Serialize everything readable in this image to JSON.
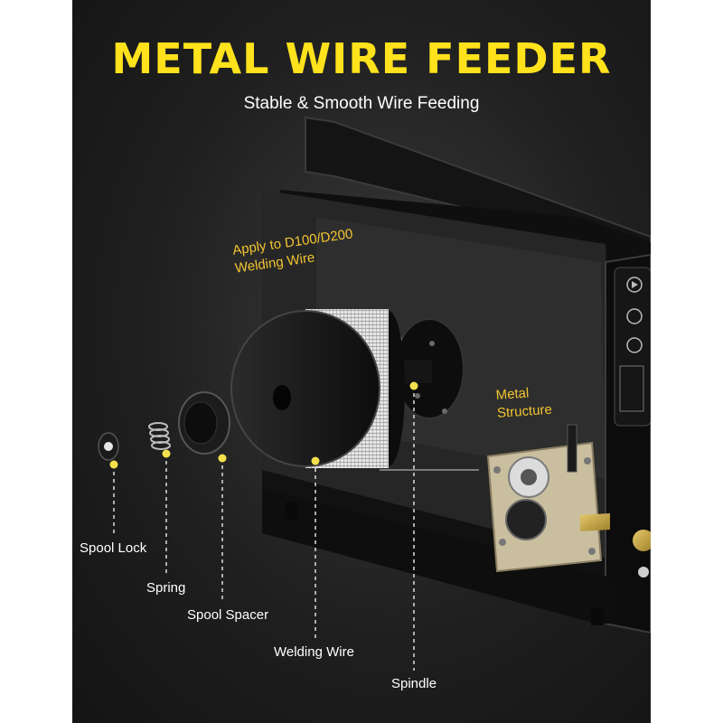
{
  "title": "METAL WIRE FEEDER",
  "subtitle": "Stable & Smooth Wire Feeding",
  "callouts": {
    "wire_type": [
      "Apply to D100/D200",
      "Welding Wire"
    ],
    "structure": [
      "Metal",
      "Structure"
    ]
  },
  "parts": {
    "spool_lock": "Spool Lock",
    "spring": "Spring",
    "spool_spacer": "Spool Spacer",
    "welding_wire": "Welding Wire",
    "spindle": "Spindle"
  },
  "colors": {
    "accent": "#ffe21c",
    "callout": "#f2c531",
    "background": "#1f1f1f"
  }
}
